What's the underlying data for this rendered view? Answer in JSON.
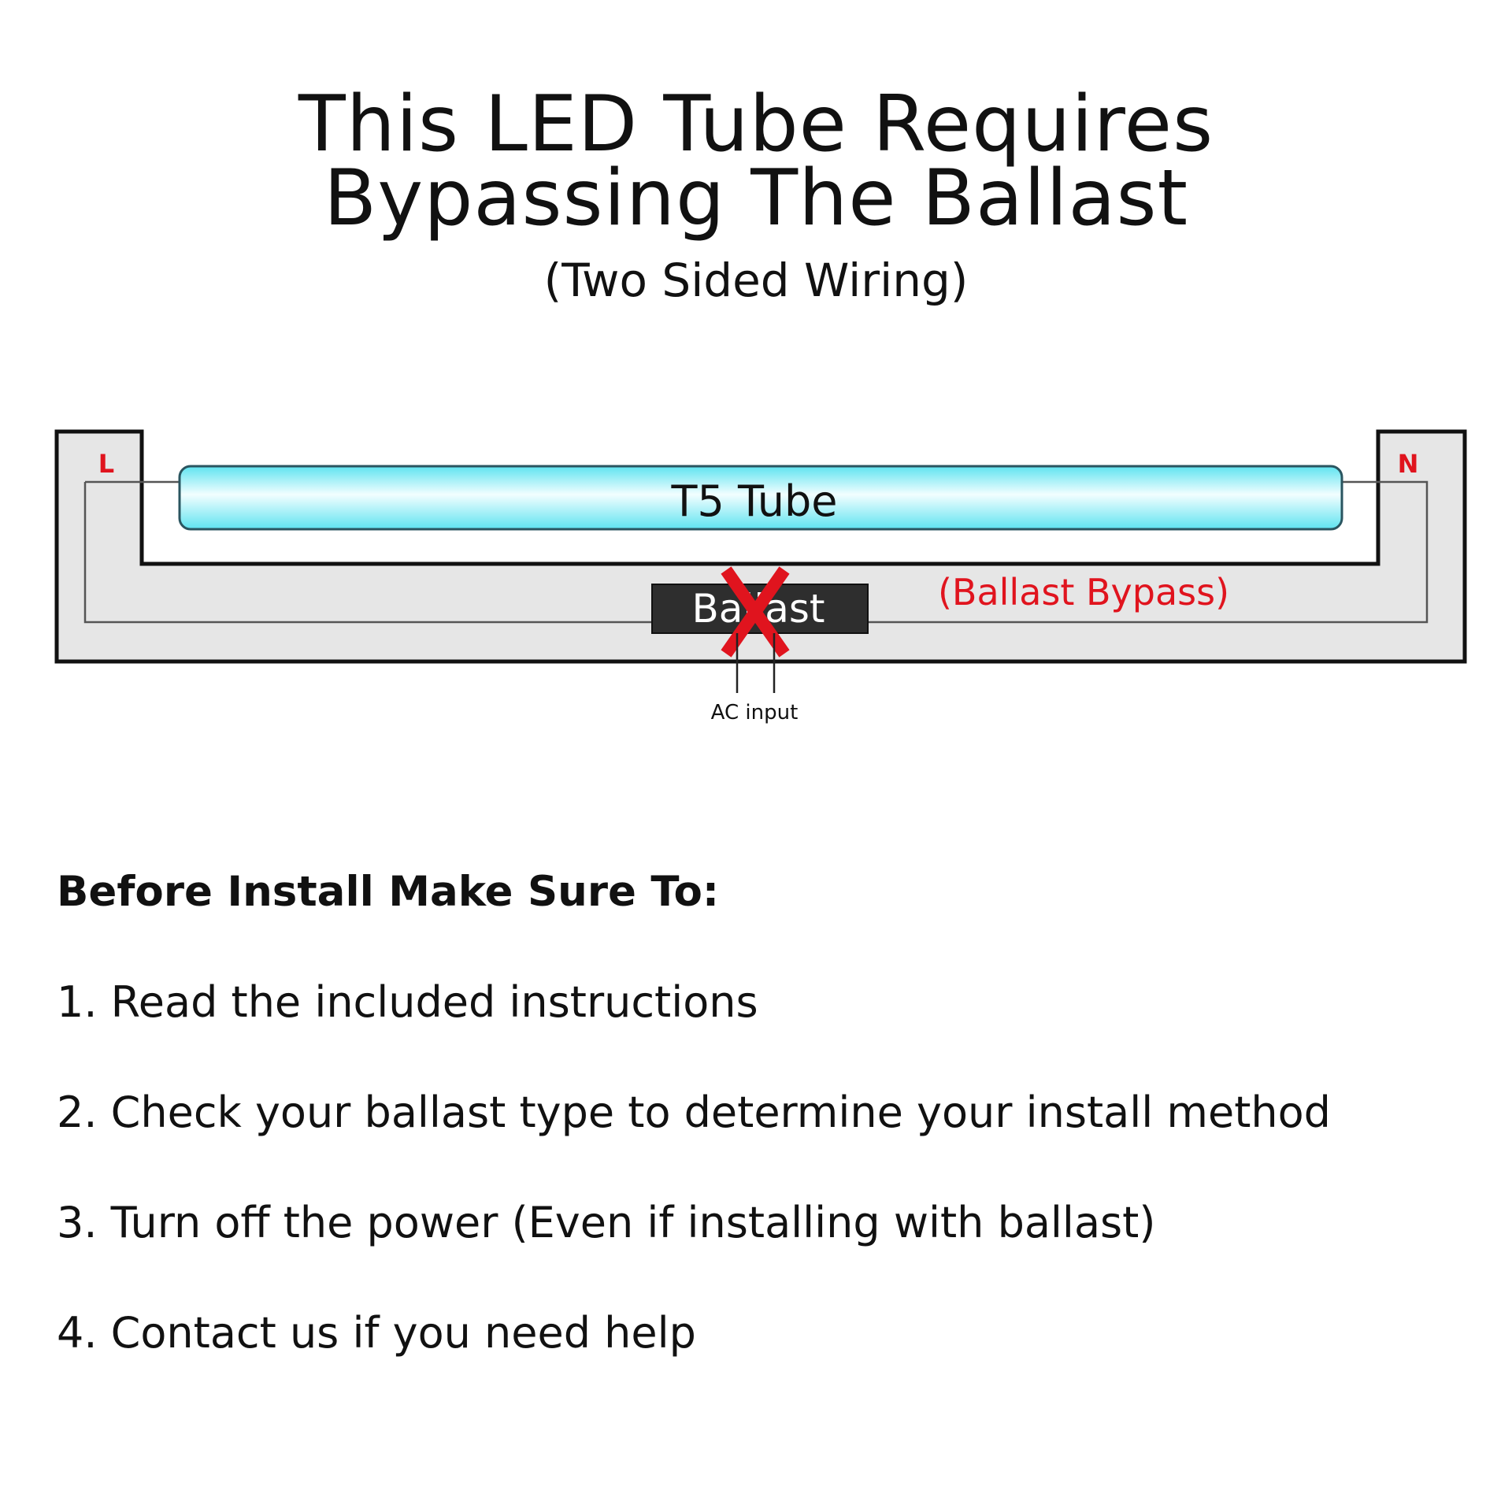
{
  "title": {
    "line1": "This LED Tube Requires",
    "line2": "Bypassing The Ballast",
    "subtitle": "(Two Sided Wiring)"
  },
  "diagram": {
    "left_label": "L",
    "right_label": "N",
    "tube_label": "T5 Tube",
    "ballast_label": "Ballast",
    "bypass_label": "(Ballast Bypass)",
    "ac_label": "AC input",
    "colors": {
      "tube": "#5ee3f0",
      "tube_highlight": "#f2feff",
      "red": "#e0141e",
      "fixture_fill": "#e6e6e6",
      "ballast_fill": "#2e2e2e"
    }
  },
  "instructions": {
    "heading": "Before Install Make Sure To:",
    "steps": [
      "1.  Read the included instructions",
      "2. Check your ballast type to determine your install method",
      "3. Turn off the power (Even if installing with ballast)",
      "4. Contact us if you need help"
    ]
  }
}
